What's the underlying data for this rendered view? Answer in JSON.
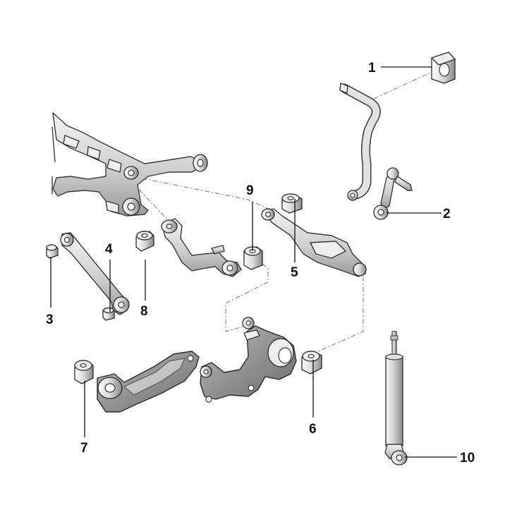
{
  "callouts": [
    {
      "id": "1",
      "label": "1"
    },
    {
      "id": "2",
      "label": "2"
    },
    {
      "id": "3",
      "label": "3"
    },
    {
      "id": "4",
      "label": "4"
    },
    {
      "id": "5",
      "label": "5"
    },
    {
      "id": "6",
      "label": "6"
    },
    {
      "id": "7",
      "label": "7"
    },
    {
      "id": "8",
      "label": "8"
    },
    {
      "id": "9",
      "label": "9"
    },
    {
      "id": "10",
      "label": "10"
    }
  ],
  "colors": {
    "background": "#ffffff",
    "metal_light": "#f2f2f2",
    "metal_dark": "#8e8e8e",
    "outline": "#3a3a3a",
    "label": "#111111"
  }
}
